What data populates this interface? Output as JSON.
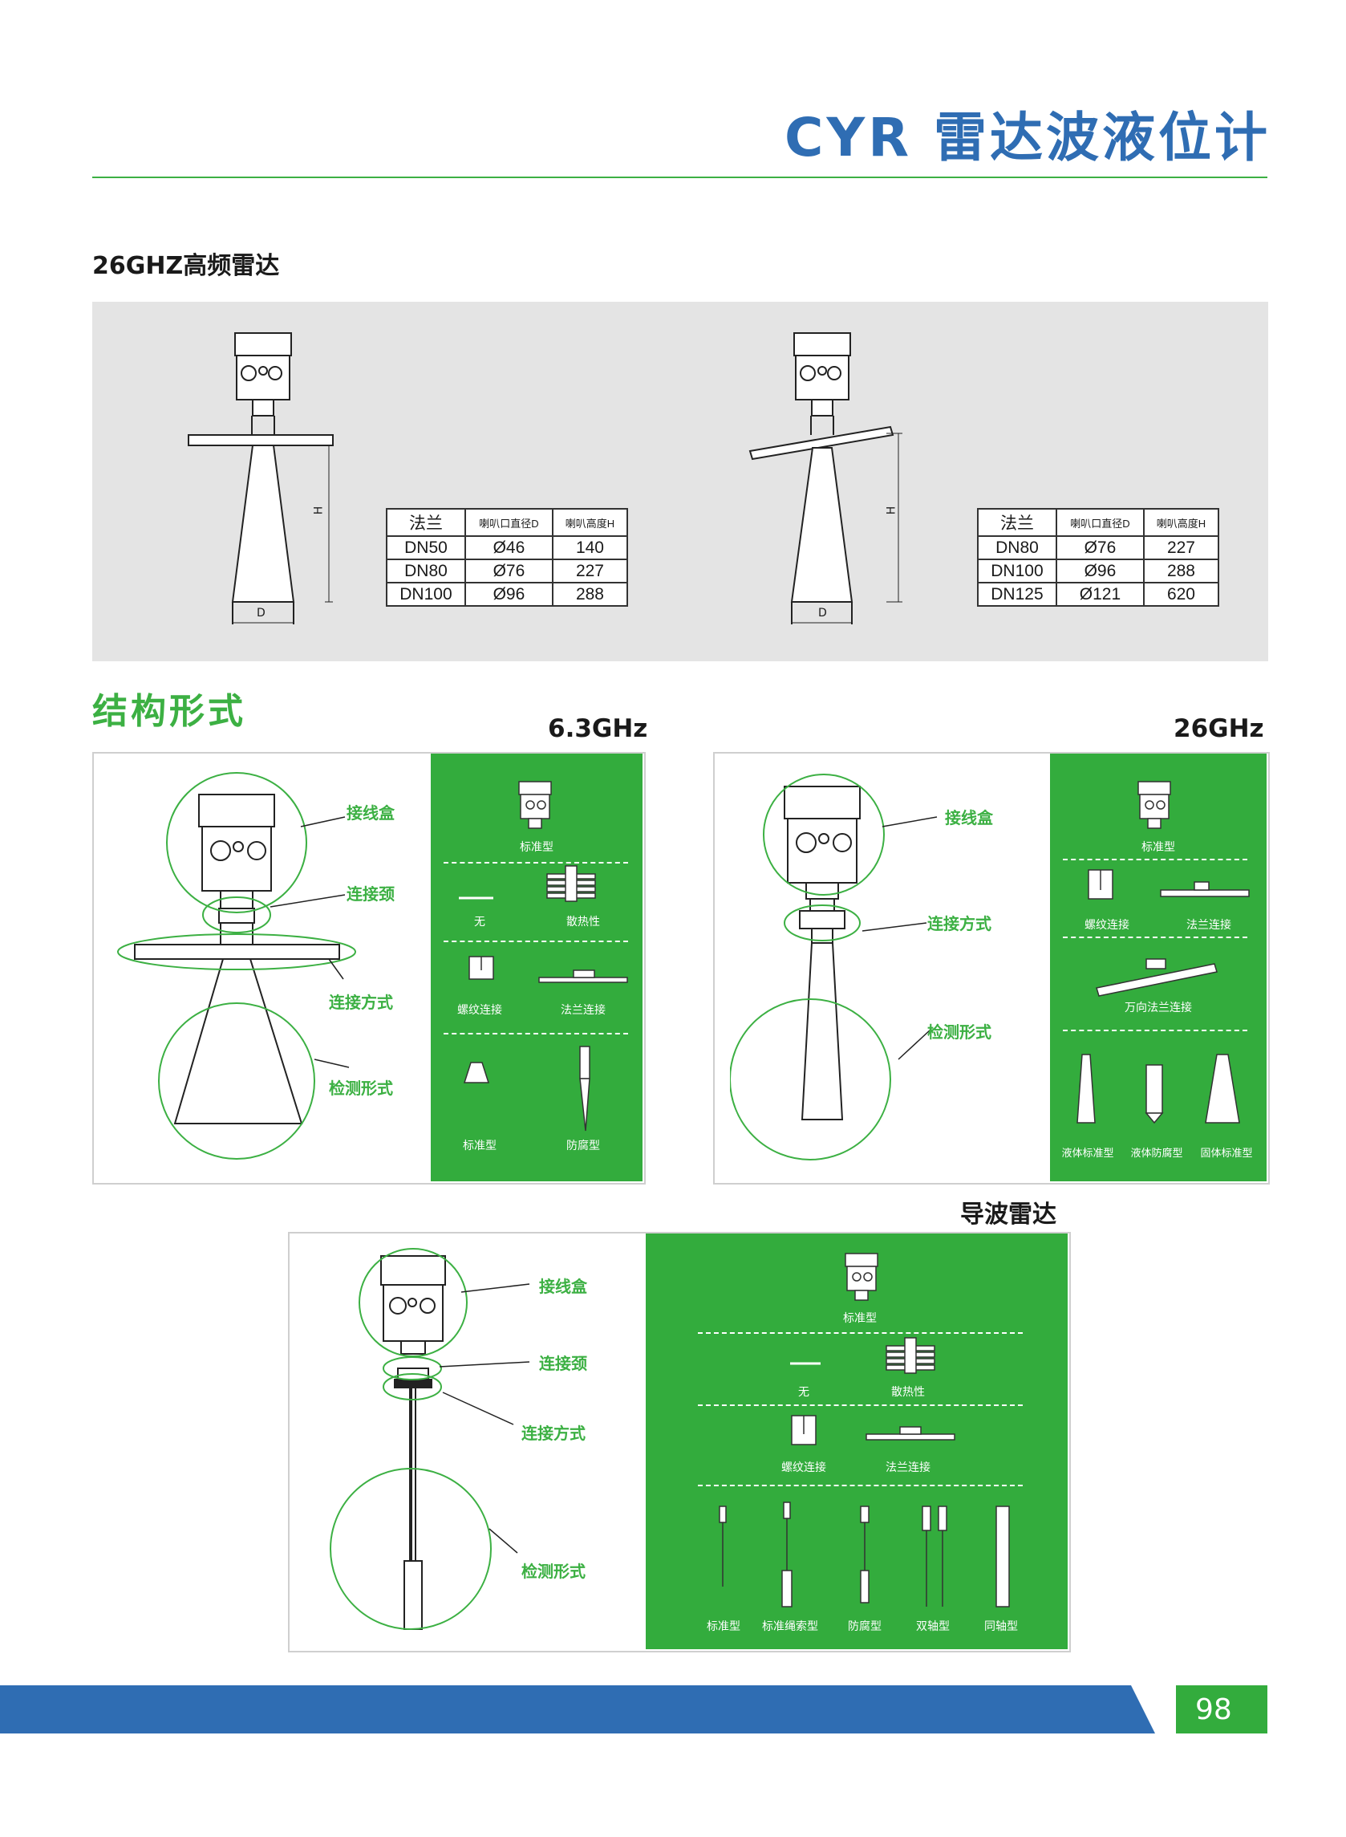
{
  "header": {
    "title": "CYR 雷达波液位计"
  },
  "section1": {
    "title": "26GHZ高频雷达"
  },
  "dim_labels": {
    "h": "H",
    "d": "D"
  },
  "table1": {
    "headers": [
      "法兰",
      "喇叭口直径D",
      "喇叭高度H"
    ],
    "rows": [
      [
        "DN50",
        "Ø46",
        "140"
      ],
      [
        "DN80",
        "Ø76",
        "227"
      ],
      [
        "DN100",
        "Ø96",
        "288"
      ]
    ]
  },
  "table2": {
    "headers": [
      "法兰",
      "喇叭口直径D",
      "喇叭高度H"
    ],
    "rows": [
      [
        "DN80",
        "Ø76",
        "227"
      ],
      [
        "DN100",
        "Ø96",
        "288"
      ],
      [
        "DN125",
        "Ø121",
        "620"
      ]
    ]
  },
  "section2": {
    "title": "结构形式"
  },
  "panel_a": {
    "freq": "6.3GHz",
    "callouts": [
      "接线盒",
      "连接颈",
      "连接方式",
      "检测形式"
    ],
    "options": {
      "housing": "标准型",
      "neck": [
        "无",
        "散热性"
      ],
      "conn": [
        "螺纹连接",
        "法兰连接"
      ],
      "detect": [
        "标准型",
        "防腐型"
      ]
    }
  },
  "panel_b": {
    "freq": "26GHz",
    "callouts": [
      "接线盒",
      "连接方式",
      "检测形式"
    ],
    "options": {
      "housing": "标准型",
      "conn": [
        "螺纹连接",
        "法兰连接"
      ],
      "universal": "万向法兰连接",
      "detect": [
        "液体标准型",
        "液体防腐型",
        "固体标准型"
      ]
    }
  },
  "panel_c": {
    "freq": "导波雷达",
    "callouts": [
      "接线盒",
      "连接颈",
      "连接方式",
      "检测形式"
    ],
    "options": {
      "housing": "标准型",
      "neck": [
        "无",
        "散热性"
      ],
      "conn": [
        "螺纹连接",
        "法兰连接"
      ],
      "detect": [
        "标准型",
        "标准绳索型",
        "防腐型",
        "双轴型",
        "同轴型"
      ]
    }
  },
  "footer": {
    "page": "98"
  },
  "colors": {
    "accent_blue": "#2f6db3",
    "accent_green": "#33ac3d"
  }
}
